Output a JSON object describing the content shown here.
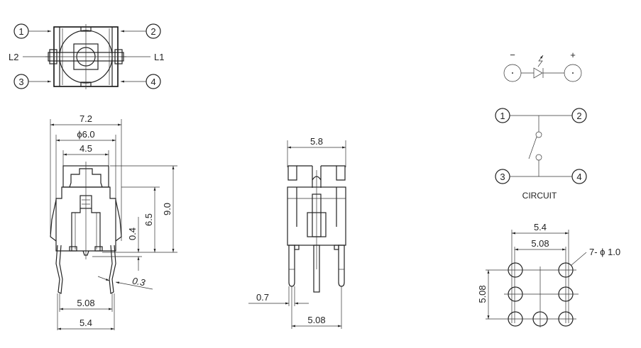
{
  "top_view": {
    "pins": [
      "1",
      "2",
      "3",
      "4"
    ],
    "led_left": "L2",
    "led_right": "L1"
  },
  "front_view": {
    "dim_overall_width": "7.2",
    "dim_cap_diameter": "ϕ6.0",
    "dim_cap_inner": "4.5",
    "dim_total_height": "9.0",
    "dim_body_height": "6.5",
    "dim_standoff": "0.4",
    "dim_pin_thickness": "0.3",
    "dim_pin_pitch": "5.08",
    "dim_pin_span": "5.4"
  },
  "side_view": {
    "dim_width": "5.8",
    "dim_pin_width": "0.7",
    "dim_pin_pitch": "5.08"
  },
  "led_symbol": {
    "minus": "−",
    "plus": "+"
  },
  "circuit": {
    "pins": [
      "1",
      "2",
      "3",
      "4"
    ],
    "label": "CIRCUIT"
  },
  "pcb_layout": {
    "dim_span": "5.4",
    "dim_pitch_h": "5.08",
    "dim_pitch_v": "5.08",
    "hole_note": "7- ϕ 1.0"
  }
}
